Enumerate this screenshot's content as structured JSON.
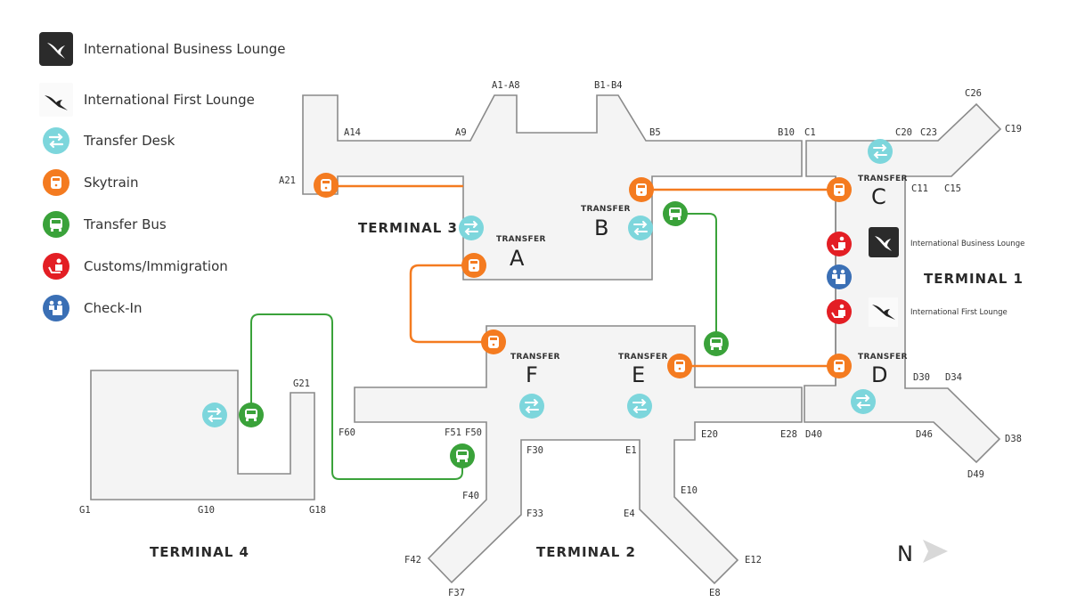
{
  "legend": {
    "items": [
      {
        "icon": "business-lounge-icon",
        "label": "International Business Lounge"
      },
      {
        "icon": "first-lounge-icon",
        "label": "International First Lounge"
      },
      {
        "icon": "transfer-desk-icon",
        "label": "Transfer Desk"
      },
      {
        "icon": "skytrain-icon",
        "label": "Skytrain"
      },
      {
        "icon": "transfer-bus-icon",
        "label": "Transfer Bus"
      },
      {
        "icon": "customs-immigration-icon",
        "label": "Customs/Immigration"
      },
      {
        "icon": "check-in-icon",
        "label": "Check-In"
      }
    ]
  },
  "colors": {
    "transfer_desk": "#7dd6dc",
    "skytrain": "#f47b20",
    "transfer_bus": "#3aa23a",
    "customs": "#e31e24",
    "check_in": "#3a6fb5",
    "lounge_dark": "#2b2b2b",
    "terminal_fill": "#f4f4f4",
    "terminal_stroke": "#8a8a8a"
  },
  "terminals": {
    "t1": "TERMINAL 1",
    "t2": "TERMINAL 2",
    "t3": "TERMINAL 3",
    "t4": "TERMINAL 4"
  },
  "transfer_areas": {
    "label": "TRANSFER",
    "a": "A",
    "b": "B",
    "c": "C",
    "d": "D",
    "e": "E",
    "f": "F"
  },
  "lounges_on_map": {
    "business": "International Business Lounge",
    "first": "International First Lounge"
  },
  "gates": {
    "a21": "A21",
    "a14": "A14",
    "a9": "A9",
    "a1_a8": "A1-A8",
    "b1_b4": "B1-B4",
    "b5": "B5",
    "b10": "B10",
    "c1": "C1",
    "c20": "C20",
    "c23": "C23",
    "c26": "C26",
    "c19": "C19",
    "c11": "C11",
    "c15": "C15",
    "d30": "D30",
    "d34": "D34",
    "d38": "D38",
    "d40": "D40",
    "d46": "D46",
    "d49": "D49",
    "e20": "E20",
    "e28": "E28",
    "e1": "E1",
    "e4": "E4",
    "e10": "E10",
    "e12": "E12",
    "e8": "E8",
    "f60": "F60",
    "f51": "F51",
    "f50": "F50",
    "f30": "F30",
    "f40": "F40",
    "f33": "F33",
    "f42": "F42",
    "f37": "F37",
    "g1": "G1",
    "g10": "G10",
    "g18": "G18",
    "g21": "G21"
  },
  "compass": {
    "label": "N"
  }
}
